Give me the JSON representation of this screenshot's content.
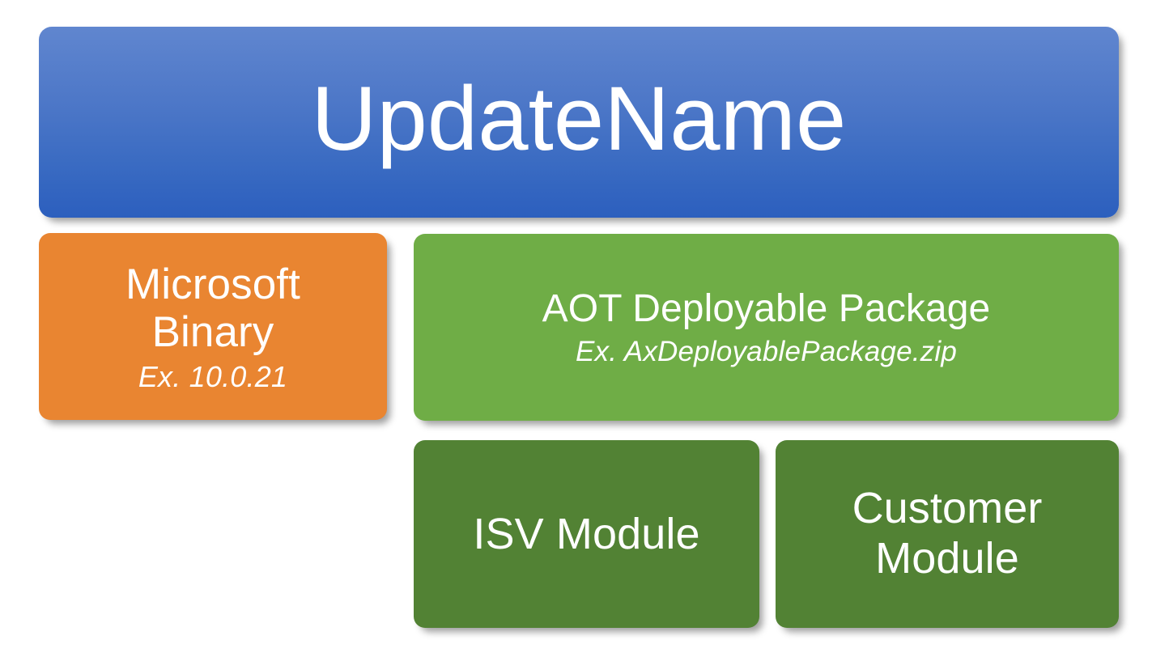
{
  "diagram": {
    "type": "hierarchy-block-diagram",
    "background_color": "#FFFFFF",
    "nodes": [
      {
        "id": "update-name",
        "title": "UpdateName",
        "subtitle": "",
        "level": 0,
        "fill_color_top": "#6086CF",
        "fill_color_bottom": "#2C5FBE",
        "text_color": "#FFFFFF"
      },
      {
        "id": "microsoft-binary",
        "title": "Microsoft\nBinary",
        "subtitle": "Ex. 10.0.21",
        "level": 1,
        "fill_color": "#E98531",
        "text_color": "#FFFFFF"
      },
      {
        "id": "aot-deployable-package",
        "title": "AOT Deployable Package",
        "subtitle": "Ex. AxDeployablePackage.zip",
        "level": 1,
        "fill_color": "#6FAD46",
        "text_color": "#FFFFFF"
      },
      {
        "id": "isv-module",
        "title": "ISV Module",
        "subtitle": "",
        "level": 2,
        "fill_color": "#528234",
        "text_color": "#FFFFFF"
      },
      {
        "id": "customer-module",
        "title": "Customer\nModule",
        "subtitle": "",
        "level": 2,
        "fill_color": "#528234",
        "text_color": "#FFFFFF"
      }
    ]
  }
}
